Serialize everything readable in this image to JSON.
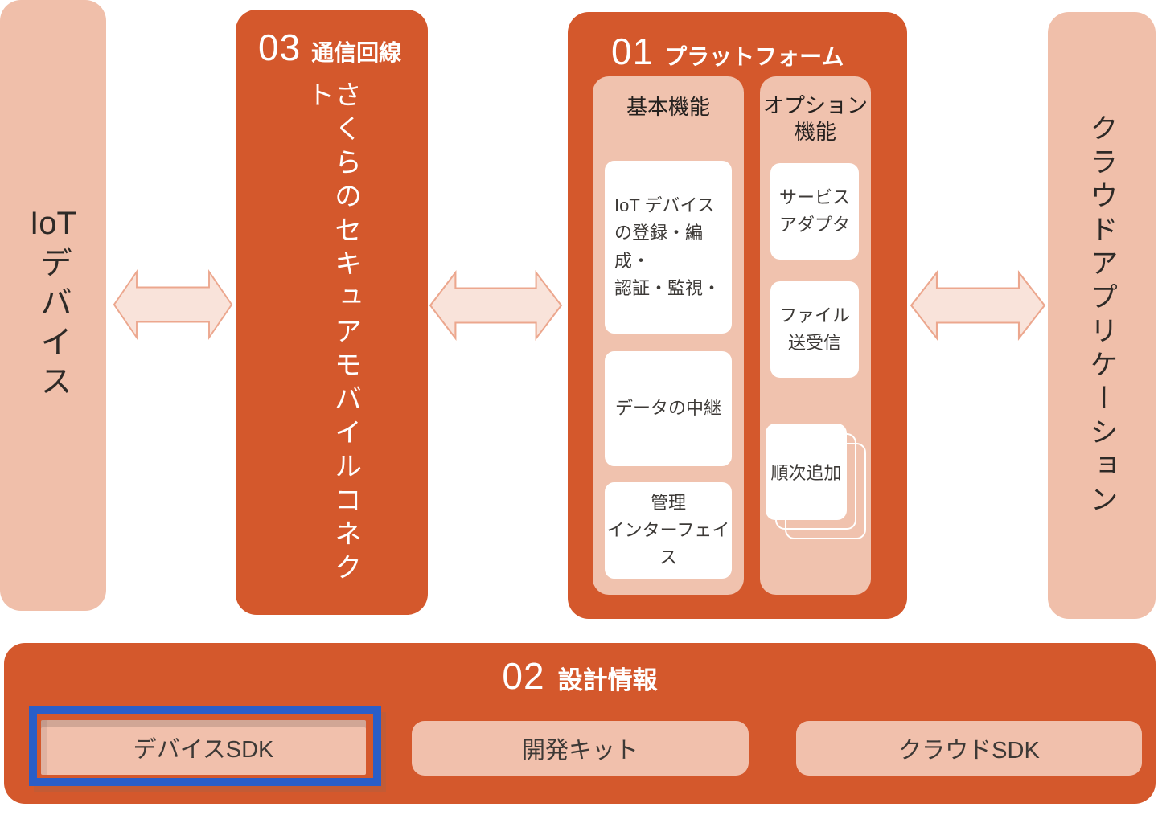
{
  "diagram": {
    "iot_device": {
      "label_latin": "IoT",
      "label": "デバイス"
    },
    "communication": {
      "number": "03",
      "title": "通信回線",
      "name": "さくらのセキュアモバイルコネクト"
    },
    "platform": {
      "number": "01",
      "title": "プラットフォーム",
      "basic": {
        "title": "基本機能",
        "items": [
          "IoT デバイス\nの登録・編成・\n認証・監視・",
          "データの中継",
          "管理\nインターフェイス"
        ]
      },
      "optional": {
        "title": "オプション\n機能",
        "items": [
          "サービス\nアダプタ",
          "ファイル\n送受信",
          "順次追加"
        ]
      }
    },
    "cloud_application": {
      "label": "クラウドアプリケーション"
    },
    "design_info": {
      "number": "02",
      "title": "設計情報",
      "buttons": [
        "デバイスSDK",
        "開発キット",
        "クラウドSDK"
      ],
      "highlighted_button": "デバイスSDK"
    },
    "colors": {
      "orange": "#D4582C",
      "pink": "#F0BFAA",
      "arrow_fill": "#F9E3DA",
      "arrow_stroke": "#ECA78E",
      "highlight_blue": "#2A5EC8",
      "white": "#FFFFFF"
    }
  }
}
